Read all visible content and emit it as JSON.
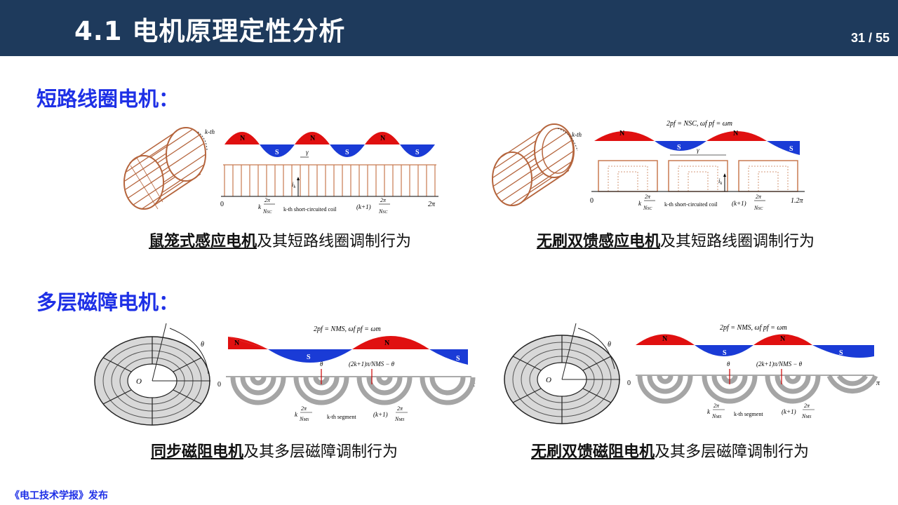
{
  "header": {
    "title": "4.1 电机原理定性分析",
    "page_indicator": "31 / 55"
  },
  "section1": {
    "title": "短路线圈电机：",
    "left_caption": {
      "bold": "鼠笼式感应电机",
      "rest": "及其短路线圈调制行为"
    },
    "right_caption": {
      "bold": "无刷双馈感应电机",
      "rest": "及其短路线圈调制行为"
    }
  },
  "section2": {
    "title": "多层磁障电机：",
    "left_caption": {
      "bold": "同步磁阻电机",
      "rest": "及其多层磁障调制行为"
    },
    "right_caption": {
      "bold": "无刷双馈磁阻电机",
      "rest": "及其多层磁障调制行为"
    }
  },
  "figures": {
    "kth": "k-th",
    "pole_n": "N",
    "pole_s": "S",
    "gamma": "γ",
    "ik": "i",
    "ik_sub": "k",
    "zero": "0",
    "two_pi": "2π",
    "one_two_pi": "1.2π",
    "pi": "π",
    "theta": "θ",
    "origin": "O",
    "k_label": "k",
    "k1_label": "(k+1)",
    "frac_2pi": "2π",
    "nsc": "N",
    "nsc_sub": "SC",
    "nms_sub": "MS",
    "short_coil_label": "k-th short-circuited coil",
    "segment_label": "k-th segment",
    "eq_sc": "2pf = NSC, ωf pf = ωm",
    "eq_ms": "2pf = NMS, ωf pf = ωm",
    "theta_formula": "(2k+1)π/NMS − θ"
  },
  "footer": {
    "text": "《电工技术学报》发布"
  },
  "colors": {
    "header": "#1e3a5c",
    "accent": "#1e30e6",
    "north": "#e01010",
    "south": "#1a3bd6",
    "coil": "#c87a50"
  }
}
